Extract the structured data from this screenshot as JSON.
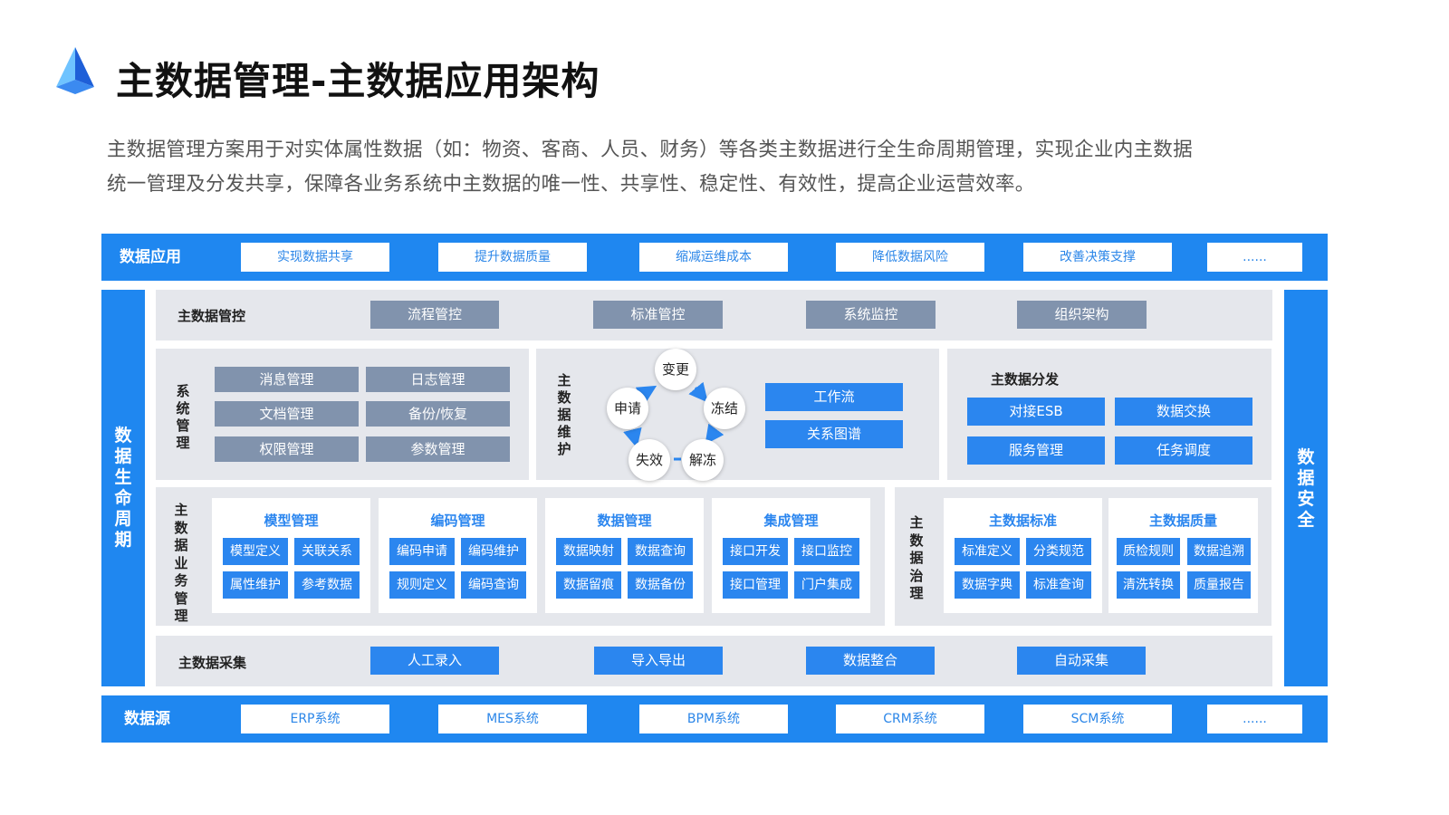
{
  "header": {
    "title": "主数据管理-主数据应用架构",
    "desc_line1": "主数据管理方案用于对实体属性数据（如：物资、客商、人员、财务）等各类主数据进行全生命周期管理，实现企业内主数据",
    "desc_line2": "统一管理及分发共享，保障各业务系统中主数据的唯一性、共享性、稳定性、有效性，提高企业运营效率。"
  },
  "top_bar": {
    "label": "数据应用",
    "items": [
      "实现数据共享",
      "提升数据质量",
      "缩减运维成本",
      "降低数据风险",
      "改善决策支撑",
      "......"
    ]
  },
  "left_col": {
    "label": "数据生命周期"
  },
  "right_col": {
    "label": "数据安全"
  },
  "control": {
    "label": "主数据管控",
    "items": [
      "流程管控",
      "标准管控",
      "系统监控",
      "组织架构"
    ]
  },
  "system_mgmt": {
    "label": "系统管理",
    "items": [
      "消息管理",
      "日志管理",
      "文档管理",
      "备份/恢复",
      "权限管理",
      "参数管理"
    ]
  },
  "maintenance": {
    "label": "主数据维护",
    "cycle": [
      "变更",
      "申请",
      "冻结",
      "失效",
      "解冻"
    ],
    "tools": [
      "工作流",
      "关系图谱"
    ]
  },
  "distribution": {
    "label": "主数据分发",
    "items": [
      "对接ESB",
      "数据交换",
      "服务管理",
      "任务调度"
    ]
  },
  "business": {
    "label": "主数据业务管理",
    "cards": [
      {
        "title": "模型管理",
        "items": [
          "模型定义",
          "关联关系",
          "属性维护",
          "参考数据"
        ]
      },
      {
        "title": "编码管理",
        "items": [
          "编码申请",
          "编码维护",
          "规则定义",
          "编码查询"
        ]
      },
      {
        "title": "数据管理",
        "items": [
          "数据映射",
          "数据查询",
          "数据留痕",
          "数据备份"
        ]
      },
      {
        "title": "集成管理",
        "items": [
          "接口开发",
          "接口监控",
          "接口管理",
          "门户集成"
        ]
      }
    ]
  },
  "governance": {
    "label": "主数据治理",
    "cards": [
      {
        "title": "主数据标准",
        "items": [
          "标准定义",
          "分类规范",
          "数据字典",
          "标准查询"
        ]
      },
      {
        "title": "主数据质量",
        "items": [
          "质检规则",
          "数据追溯",
          "清洗转换",
          "质量报告"
        ]
      }
    ]
  },
  "collect": {
    "label": "主数据采集",
    "items": [
      "人工录入",
      "导入导出",
      "数据整合",
      "自动采集"
    ]
  },
  "bottom_bar": {
    "label": "数据源",
    "items": [
      "ERP系统",
      "MES系统",
      "BPM系统",
      "CRM系统",
      "SCM系统",
      "......"
    ]
  },
  "colors": {
    "primary_blue": "#1f87f0",
    "button_blue": "#2b86ef",
    "button_gray": "#8193ad",
    "panel_gray": "#e5e7ec"
  }
}
